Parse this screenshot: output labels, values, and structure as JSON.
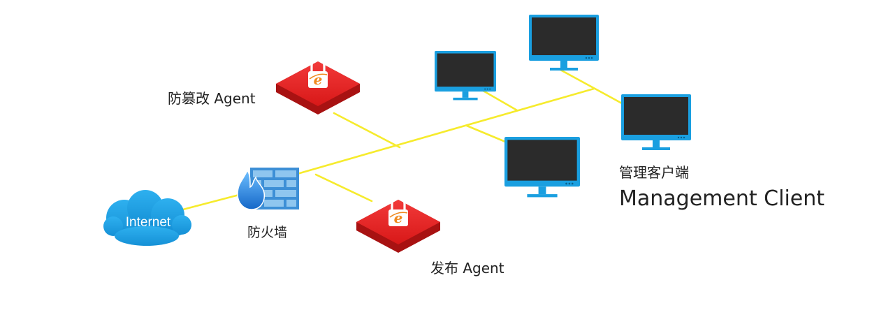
{
  "nodes": {
    "internet": {
      "label": "Internet"
    },
    "firewall": {
      "label": "防火墙"
    },
    "tamper_agent": {
      "label": "防篡改 Agent"
    },
    "publish_agent": {
      "label": "发布 Agent"
    },
    "management_client": {
      "label_cn": "管理客户端",
      "label_en": "Management Client"
    }
  },
  "colors": {
    "link": "#f6eb2d",
    "cloud": "#1a9fe0",
    "monitor_frame": "#1a9fe0",
    "monitor_screen": "#2b2b2b",
    "agent_red": "#e02020",
    "agent_red_dark": "#b01515",
    "firewall_blue": "#3d8fd6",
    "flame_blue": "#1e7fd8"
  },
  "icons": {
    "internet": "cloud-icon",
    "firewall": "firewall-icon",
    "agent": "lock-ie-icon",
    "client": "monitor-icon"
  }
}
